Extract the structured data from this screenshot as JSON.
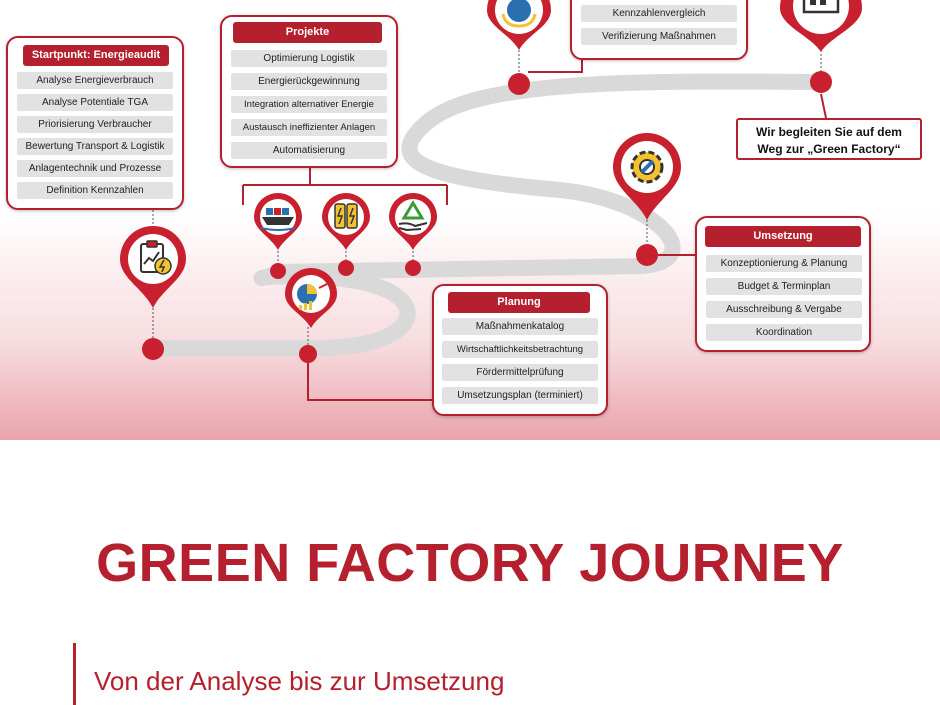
{
  "title": "GREEN FACTORY JOURNEY",
  "subtitle": "Von der Analyse bis zur Umsetzung",
  "colors": {
    "accent": "#b5202e",
    "item_bg": "#e2e2e2",
    "path": "#d9d9d9"
  },
  "boxes": {
    "startpunkt": {
      "title": "Startpunkt: Energieaudit",
      "items": [
        "Analyse Energieverbrauch",
        "Analyse Potentiale TGA",
        "Priorisierung Verbraucher",
        "Bewertung Transport & Logistik",
        "Anlagentechnik und Prozesse",
        "Definition Kennzahlen"
      ]
    },
    "projekte": {
      "title": "Projekte",
      "items": [
        "Optimierung Logistik",
        "Energierückgewinnung",
        "Integration alternativer Energie",
        "Austausch ineffizienter Anlagen",
        "Automatisierung"
      ]
    },
    "monitoring": {
      "items": [
        "Kennzahlenvergleich",
        "Verifizierung Maßnahmen"
      ]
    },
    "planung": {
      "title": "Planung",
      "items": [
        "Maßnahmenkatalog",
        "Wirtschaftlichkeitsbetrachtung",
        "Fördermittelprüfung",
        "Umsetzungsplan (terminiert)"
      ]
    },
    "umsetzung": {
      "title": "Umsetzung",
      "items": [
        "Konzeptionierung & Planung",
        "Budget & Terminplan",
        "Ausschreibung & Vergabe",
        "Koordination"
      ]
    }
  },
  "callout": {
    "line1": "Wir begleiten Sie auf dem",
    "line2": "Weg zur „Green Factory“"
  },
  "icons": [
    "clipboard-chart-icon",
    "boat-cargo-icon",
    "energy-battery-icon",
    "recycle-hand-icon",
    "pie-chart-icon",
    "gear-icon",
    "award-icon",
    "factory-icon"
  ]
}
